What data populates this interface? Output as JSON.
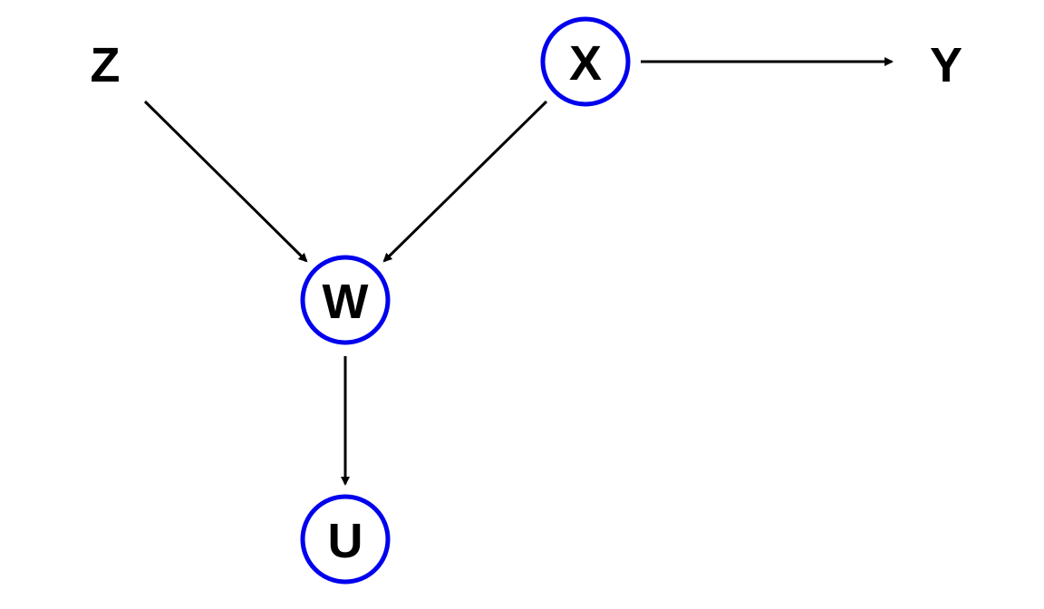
{
  "diagram": {
    "type": "directed-graph",
    "colors": {
      "circle_stroke": "#0000ee",
      "edge": "#000000",
      "label": "#000000",
      "background": "#ffffff"
    },
    "nodes": [
      {
        "id": "Z",
        "label": "Z",
        "circled": false
      },
      {
        "id": "X",
        "label": "X",
        "circled": true
      },
      {
        "id": "Y",
        "label": "Y",
        "circled": false
      },
      {
        "id": "W",
        "label": "W",
        "circled": true
      },
      {
        "id": "U",
        "label": "U",
        "circled": true
      }
    ],
    "edges": [
      {
        "from": "X",
        "to": "Y"
      },
      {
        "from": "Z",
        "to": "W"
      },
      {
        "from": "X",
        "to": "W"
      },
      {
        "from": "W",
        "to": "U"
      }
    ]
  }
}
